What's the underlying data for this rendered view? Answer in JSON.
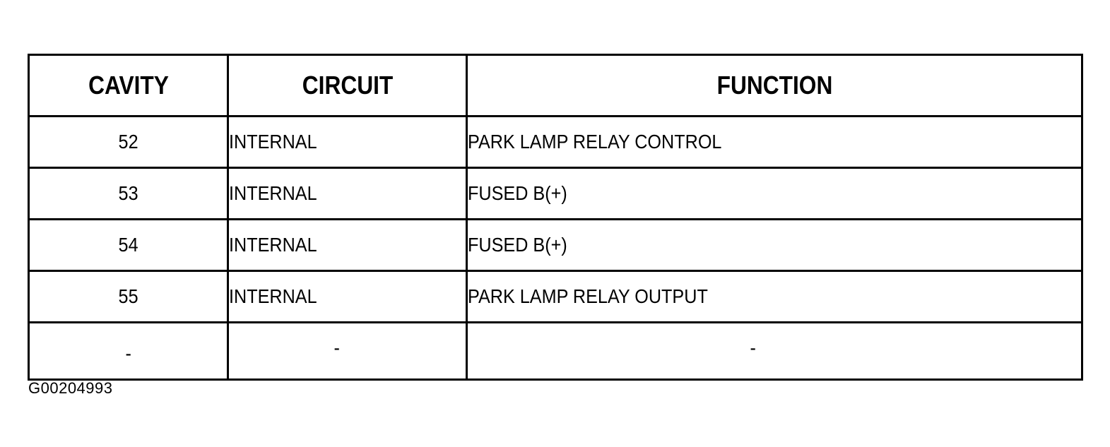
{
  "table": {
    "headers": {
      "cavity": "CAVITY",
      "circuit": "CIRCUIT",
      "function": "FUNCTION"
    },
    "rows": [
      {
        "cavity": "52",
        "circuit": "INTERNAL",
        "function": "PARK LAMP RELAY CONTROL"
      },
      {
        "cavity": "53",
        "circuit": "INTERNAL",
        "function": "FUSED B(+)"
      },
      {
        "cavity": "54",
        "circuit": "INTERNAL",
        "function": "FUSED B(+)"
      },
      {
        "cavity": "55",
        "circuit": "INTERNAL",
        "function": "PARK LAMP RELAY OUTPUT"
      },
      {
        "cavity": "-",
        "circuit": "-",
        "function": "-"
      }
    ]
  },
  "figure_id": "G00204993"
}
